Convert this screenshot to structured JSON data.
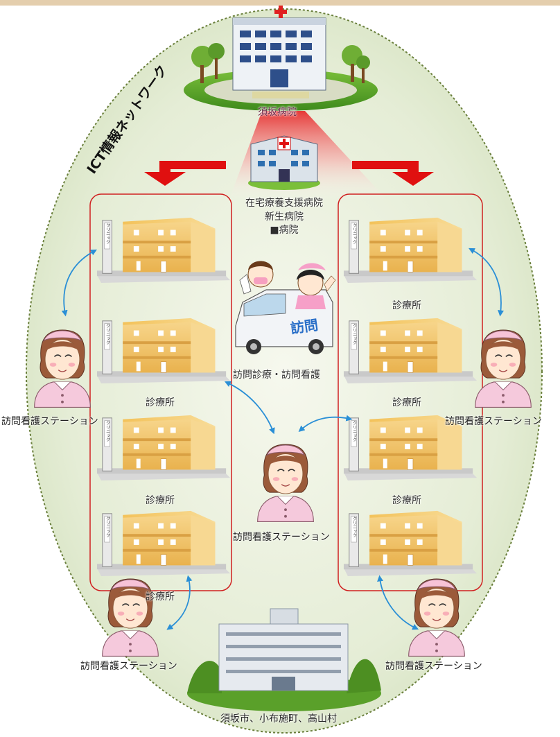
{
  "network_label": "ICT情報ネットワーク",
  "main_hospital": {
    "name": "須坂病院",
    "sign": ""
  },
  "support_hospitals": {
    "title": "在宅療養支援病院",
    "names": [
      "新生病院",
      "■病院"
    ]
  },
  "visit_service": {
    "label": "訪問診療・訪問看護",
    "van_text": "訪問"
  },
  "clinic_sign": "クリニック",
  "clinics": [
    {
      "id": "left-1",
      "label": ""
    },
    {
      "id": "left-2",
      "label": "診療所"
    },
    {
      "id": "left-3",
      "label": "診療所"
    },
    {
      "id": "left-4",
      "label": "診療所"
    },
    {
      "id": "right-1",
      "label": ""
    },
    {
      "id": "right-2",
      "label": "診療所"
    },
    {
      "id": "right-3",
      "label": "診療所"
    },
    {
      "id": "right-4",
      "label": "診療所"
    }
  ],
  "stations": {
    "left_mid": "訪問看護ステーション",
    "right_mid": "訪問看護ステーション",
    "center": "訪問看護ステーション",
    "bottom_left": "訪問看護ステーション",
    "bottom_right": "訪問看護ステーション"
  },
  "municipalities": "須坂市、小布施町、高山村",
  "colors": {
    "ellipse_fill": "#e3ecd3",
    "ellipse_border": "#6a7f3c",
    "group_border": "#d02020",
    "arrow_red": "#e01010",
    "link_blue": "#2a8fd6",
    "building_yellow": "#f2c868",
    "nurse_pink": "#f5c5d8"
  }
}
